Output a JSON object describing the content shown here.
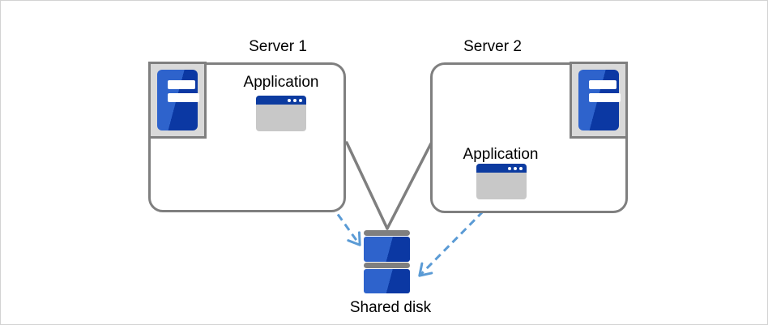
{
  "diagram": {
    "type": "architecture-diagram",
    "description": "Two servers each running an application, both accessing one shared disk",
    "colors": {
      "canvas_border": "#d3d3d3",
      "box_border": "#7f7f7f",
      "line_gray": "#7f7f7f",
      "arrow_blue": "#5b9bd5",
      "blue_light": "#2e63cc",
      "blue_dark": "#0b38a3",
      "titlebar_blue": "#0c3ba0",
      "window_body": "#c8c8c8",
      "frame_fill": "#d9d9d9",
      "text": "#000000"
    },
    "server1": {
      "label": "Server 1",
      "app_label": "Application",
      "icon": "server-tower-icon"
    },
    "server2": {
      "label": "Server 2",
      "app_label": "Application",
      "icon": "server-tower-icon"
    },
    "shared_disk": {
      "label": "Shared disk",
      "icon": "disk-stack-icon"
    },
    "connections": [
      {
        "from": "server1-box",
        "to": "shared-disk",
        "style": "solid-gray-line"
      },
      {
        "from": "server2-box",
        "to": "shared-disk",
        "style": "solid-gray-line"
      },
      {
        "from": "server1-application",
        "to": "shared-disk",
        "style": "dashed-blue-arrow"
      },
      {
        "from": "server2-application",
        "to": "shared-disk",
        "style": "dashed-blue-arrow"
      }
    ]
  }
}
